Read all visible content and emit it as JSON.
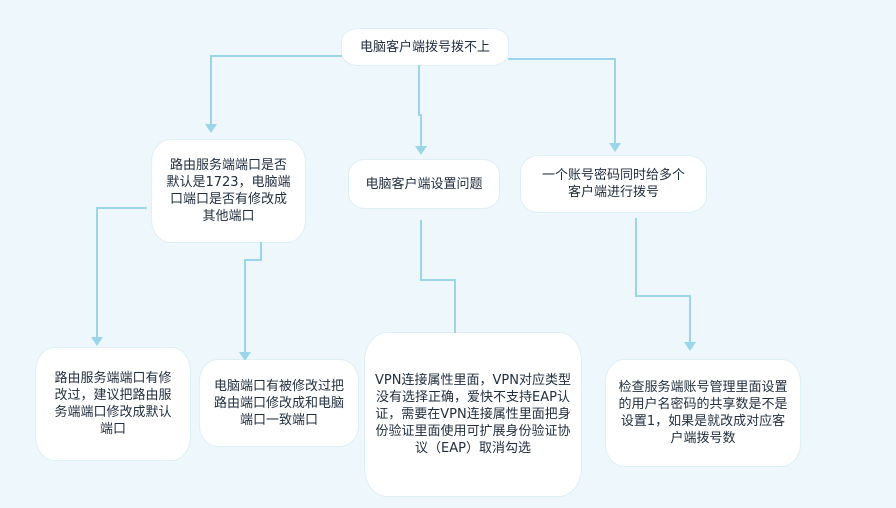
{
  "diagram": {
    "root": {
      "text": "电脑客户端拨号拨不上"
    },
    "causes": {
      "port_default": {
        "text": "路由服务端端口是否默认是1723，电脑端口端口是否有修改成其他端口"
      },
      "client_settings": {
        "text": "电脑客户端设置问题"
      },
      "shared_account": {
        "text": "一个账号密码同时给多个客户端进行拨号"
      }
    },
    "solutions": {
      "fix_router_port": {
        "text": "路由服务端端口有修改过，建议把路由服务端端口修改成默认端口"
      },
      "fix_pc_port": {
        "text": "电脑端口有被修改过把路由端口修改成和电脑端口一致端口"
      },
      "vpn_settings": {
        "text": "VPN连接属性里面，VPN对应类型没有选择正确，爱快不支持EAP认证，需要在VPN连接属性里面把身份验证里面使用可扩展身份验证协议（EAP）取消勾选"
      },
      "check_share_count": {
        "text": "检查服务端账号管理里面设置的用户名密码的共享数是不是设置1，如果是就改成对应客户端拨号数"
      }
    },
    "colors": {
      "background": "#eef7fb",
      "node_fill": "#ffffff",
      "connector": "#9bd5ea",
      "text": "#1f2d3d"
    }
  }
}
